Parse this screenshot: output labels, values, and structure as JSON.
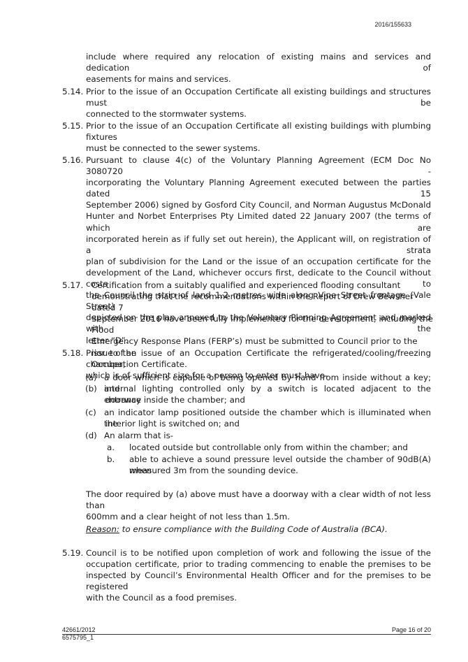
{
  "header": {
    "doc_ref": "2016/155633"
  },
  "intro": {
    "line1": "include where required any relocation of existing mains and services and dedication of",
    "line2": "easements for mains and services."
  },
  "clauses": {
    "c514": {
      "num": "5.14.",
      "l1": "Prior to the issue of an Occupation Certificate all existing buildings and structures must be",
      "l2": "connected to the stormwater systems."
    },
    "c515": {
      "num": "5.15.",
      "l1": "Prior to the issue of an Occupation Certificate all existing buildings with plumbing fixtures",
      "l2": "must be connected to the sewer systems."
    },
    "c516": {
      "num": "5.16.",
      "lines": [
        "Pursuant to clause 4(c) of the Voluntary Planning Agreement (ECM Doc No 3080720 -",
        "incorporating the Voluntary Planning Agreement executed between the parties dated 15",
        "September 2006) signed by Gosford City Council, and Norman Augustus McDonald",
        "Hunter and Norbet Enterprises Pty Limited dated 22 January 2007 (the terms of which are",
        "incorporated herein as if fully set out herein), the Applicant will, on registration of a strata",
        "plan of subdivision for the Land or the issue of an occupation certificate for the",
        "development of the Land, whichever occurs first, dedicate to the Council without costs to",
        "the Council the strip of land 1.2 metres wide along Vine Street frontage (Vale Street)",
        "depicted on the plan annexed to the Voluntary Planning Agreement and marked with the",
        "letter “D”."
      ]
    },
    "c517": {
      "num": "5.17.",
      "lines": [
        "Certification from a suitably qualified and experienced flooding consultant",
        "demonstrating that the recommendations within the Report of Drew Bewsher dated 7",
        "September 2016 have been fully implemented for the development, including the Flood",
        "Emergency Response Plans (FERP’s) must be submitted to Council prior to the issue of an",
        "Occupation Certificate."
      ]
    },
    "c518": {
      "num": "5.18.",
      "l1": "Prior to the issue of an Occupation Certificate the refrigerated/cooling/freezing chamber,",
      "l2": "which is of sufficient size for a person to enter must have-",
      "a_label": "(a)",
      "a_text": "a door which is capable of being opened by hand from inside without a key; and",
      "b_label": "(b)",
      "b_l1": "internal lighting controlled only by a switch is located adjacent to the entrance",
      "b_l2": "doorway inside the chamber; and",
      "c_label": "(c)",
      "c_l1": "an indicator lamp positioned outside the chamber which is illuminated when the",
      "c_l2": "interior light is switched on; and",
      "d_label": "(d)",
      "d_text": "An alarm that is-",
      "da_label": "a.",
      "da_text": "located outside but controllable only from within the chamber; and",
      "db_label": "b.",
      "db_l1": "able to achieve a sound pressure level outside the chamber of 90dB(A) when",
      "db_l2": "measured 3m from the sounding device.",
      "door_l1": "The door required by (a) above must have a doorway with a clear width of not less than",
      "door_l2": "600mm and a clear height of not less than 1.5m.",
      "reason_label": "Reason:",
      "reason_text": " to ensure compliance with the Building Code of Australia (BCA)."
    },
    "c519": {
      "num": "5.19.",
      "lines": [
        "Council is to be notified upon completion of work and following the issue of the",
        "occupation certificate, prior to trading commencing to enable the premises to be",
        "inspected by Council’s Environmental Health Officer and for the premises to be registered",
        "with the Council as a food premises."
      ]
    }
  },
  "footer": {
    "ref1": "42661/2012",
    "ref2": "6575795_1",
    "page": "Page 16 of 20"
  }
}
